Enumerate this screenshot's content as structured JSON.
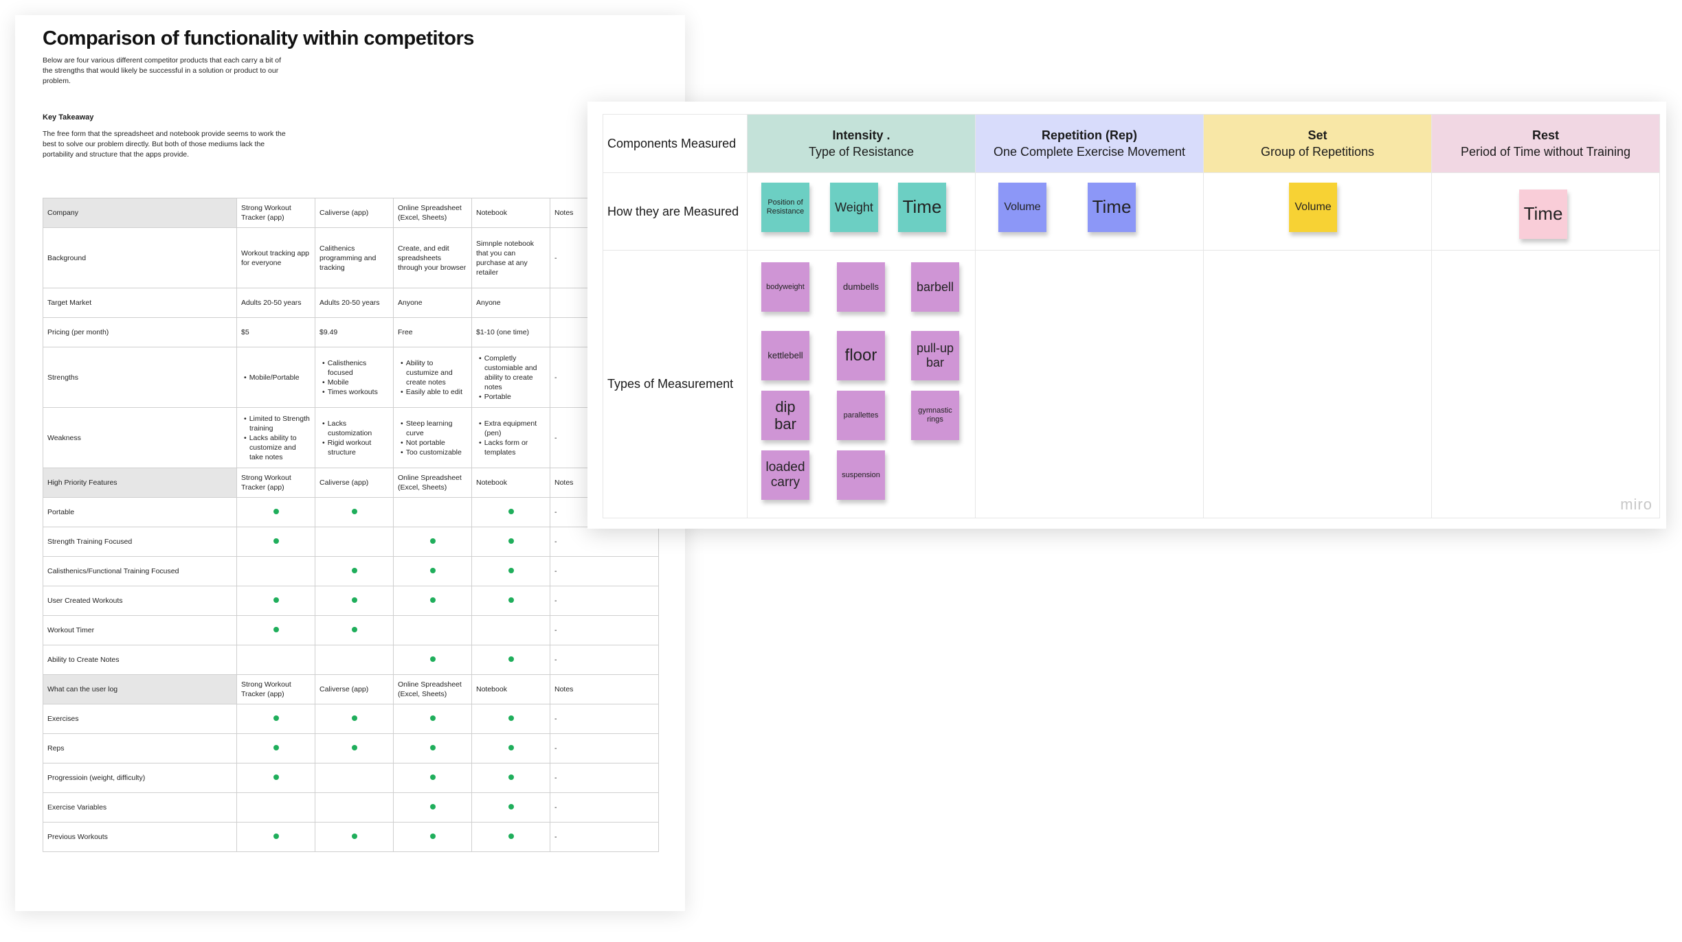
{
  "doc": {
    "title": "Comparison of functionality within competitors",
    "intro": "Below are four various different competitor products that each carry a bit of the strengths that would likely be successful in a solution or product to our problem.",
    "key_takeaway_heading": "Key Takeaway",
    "key_takeaway": "The free form that the spreadsheet and notebook provide seems to work the best to solve our problem directly. But both of those mediums lack the portability and structure that the apps provide."
  },
  "table": {
    "header": [
      "Company",
      "Strong Workout Tracker (app)",
      "Caliverse (app)",
      "Online Spreadsheet (Excel, Sheets)",
      "Notebook",
      "Notes"
    ],
    "rows": [
      {
        "label": "Background",
        "cells": [
          "Workout tracking app for everyone",
          "Calithenics programming and tracking",
          "Create, and edit spreadsheets through your browser",
          "Simnple notebook that you can purchase at any retailer",
          "-"
        ]
      },
      {
        "label": "Target Market",
        "cells": [
          "Adults 20-50 years",
          "Adults 20-50 years",
          "Anyone",
          "Anyone",
          ""
        ]
      },
      {
        "label": "Pricing (per month)",
        "cells": [
          "$5",
          "$9.49",
          "Free",
          "$1-10 (one time)",
          ""
        ]
      }
    ],
    "strengths_label": "Strengths",
    "strengths": [
      [
        "Mobile/Portable"
      ],
      [
        "Calisthenics focused",
        "Mobile",
        "Times workouts"
      ],
      [
        "Ability to custumize and create notes",
        "Easily able to edit"
      ],
      [
        "Completly customiable and ability to create notes",
        "Portable"
      ]
    ],
    "strengths_note": "-",
    "weakness_label": "Weakness",
    "weakness": [
      [
        "Limited to Strength training",
        "Lacks ability to customize and take notes"
      ],
      [
        "Lacks customization",
        "Rigid workout structure"
      ],
      [
        "Steep learning curve",
        "Not portable",
        "Too customizable"
      ],
      [
        "Extra equipment (pen)",
        "Lacks form or templates"
      ]
    ],
    "weakness_note": "-",
    "hp_header": [
      "High Priority Features",
      "Strong Workout Tracker (app)",
      "Caliverse (app)",
      "Online Spreadsheet (Excel, Sheets)",
      "Notebook",
      "Notes"
    ],
    "hp_rows": [
      {
        "label": "Portable",
        "dots": [
          true,
          true,
          false,
          true
        ],
        "note": "-"
      },
      {
        "label": "Strength Training Focused",
        "dots": [
          true,
          false,
          true,
          true
        ],
        "note": "-"
      },
      {
        "label": "Calisthenics/Functional Training Focused",
        "dots": [
          false,
          true,
          true,
          true
        ],
        "note": "-"
      },
      {
        "label": "User Created Workouts",
        "dots": [
          true,
          true,
          true,
          true
        ],
        "note": "-"
      },
      {
        "label": "Workout Timer",
        "dots": [
          true,
          true,
          false,
          false
        ],
        "note": "-"
      },
      {
        "label": "Ability to Create Notes",
        "dots": [
          false,
          false,
          true,
          true
        ],
        "note": "-"
      }
    ],
    "log_header": [
      "What can the user log",
      "Strong Workout Tracker (app)",
      "Caliverse (app)",
      "Online Spreadsheet (Excel, Sheets)",
      "Notebook",
      "Notes"
    ],
    "log_rows": [
      {
        "label": "Exercises",
        "dots": [
          true,
          true,
          true,
          true
        ],
        "note": "-"
      },
      {
        "label": "Reps",
        "dots": [
          true,
          true,
          true,
          true
        ],
        "note": "-"
      },
      {
        "label": "Progressioin (weight, difficulty)",
        "dots": [
          true,
          false,
          true,
          true
        ],
        "note": "-"
      },
      {
        "label": "Exercise Variables",
        "dots": [
          false,
          false,
          true,
          true
        ],
        "note": "-"
      },
      {
        "label": "Previous Workouts",
        "dots": [
          true,
          true,
          true,
          true
        ],
        "note": "-"
      }
    ],
    "dot_color": "#1fae5b"
  },
  "board": {
    "row_labels": [
      "Components Measured",
      "How they are Measured",
      "Types of Measurement"
    ],
    "columns": [
      {
        "title": "Intensity .",
        "subtitle": "Type of Resistance",
        "color": "#c4e2d9"
      },
      {
        "title": "Repetition (Rep)",
        "subtitle": "One Complete Exercise Movement",
        "color": "#d8dcfb"
      },
      {
        "title": "Set",
        "subtitle": "Group of Repetitions",
        "color": "#f8e7a6"
      },
      {
        "title": "Rest",
        "subtitle": "Period of Time without Training",
        "color": "#f1d7e3"
      }
    ],
    "how_stickies": [
      {
        "text": "Position of Resistance",
        "color": "teal"
      },
      {
        "text": "Weight",
        "color": "teal"
      },
      {
        "text": "Time",
        "color": "teal"
      },
      {
        "text": "Volume",
        "color": "blue"
      },
      {
        "text": "Time",
        "color": "blue"
      },
      {
        "text": "Volume",
        "color": "yellow"
      },
      {
        "text": "Time",
        "color": "pink"
      }
    ],
    "type_stickies": [
      "bodyweight",
      "dumbells",
      "barbell",
      "kettlebell",
      "floor",
      "pull-up bar",
      "dip bar",
      "parallettes",
      "gymnastic rings",
      "loaded carry",
      "suspension"
    ],
    "watermark": "miro"
  }
}
